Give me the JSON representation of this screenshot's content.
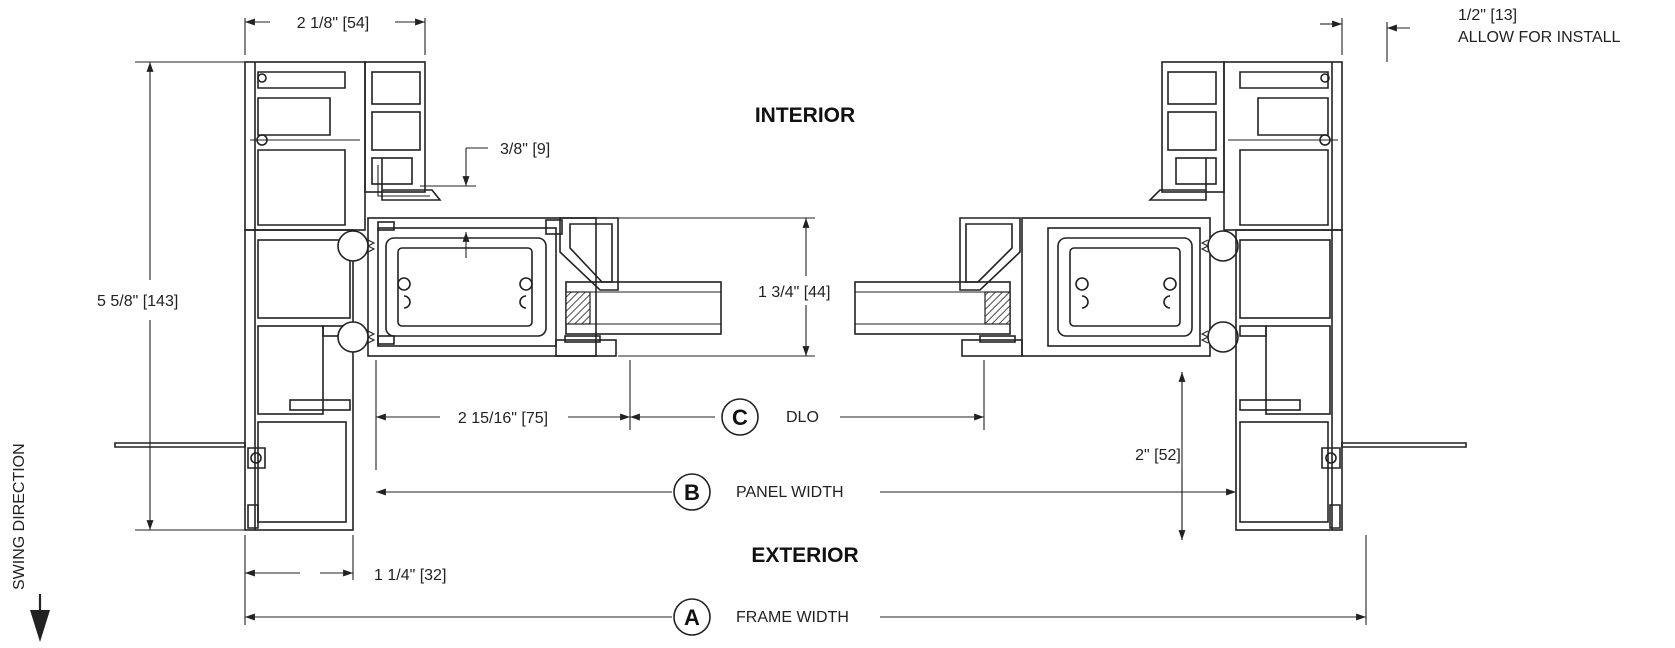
{
  "labels": {
    "interior": "INTERIOR",
    "exterior": "EXTERIOR",
    "swing_direction": "SWING DIRECTION"
  },
  "dimensions": {
    "top_width": "2 1/8\" [54]",
    "top_right_clearance": "1/2\" [13]",
    "top_right_note": "ALLOW FOR INSTALL",
    "stop_offset": "3/8\" [9]",
    "frame_depth": "5 5/8\" [143]",
    "panel_thickness": "1 3/4\" [44]",
    "stile_width": "2 15/16\" [75]",
    "right_offset": "2\" [52]",
    "bottom_left": "1 1/4\" [32]"
  },
  "callouts": {
    "a": {
      "letter": "A",
      "text": "FRAME WIDTH"
    },
    "b": {
      "letter": "B",
      "text": "PANEL WIDTH"
    },
    "c": {
      "letter": "C",
      "text": "DLO"
    }
  }
}
